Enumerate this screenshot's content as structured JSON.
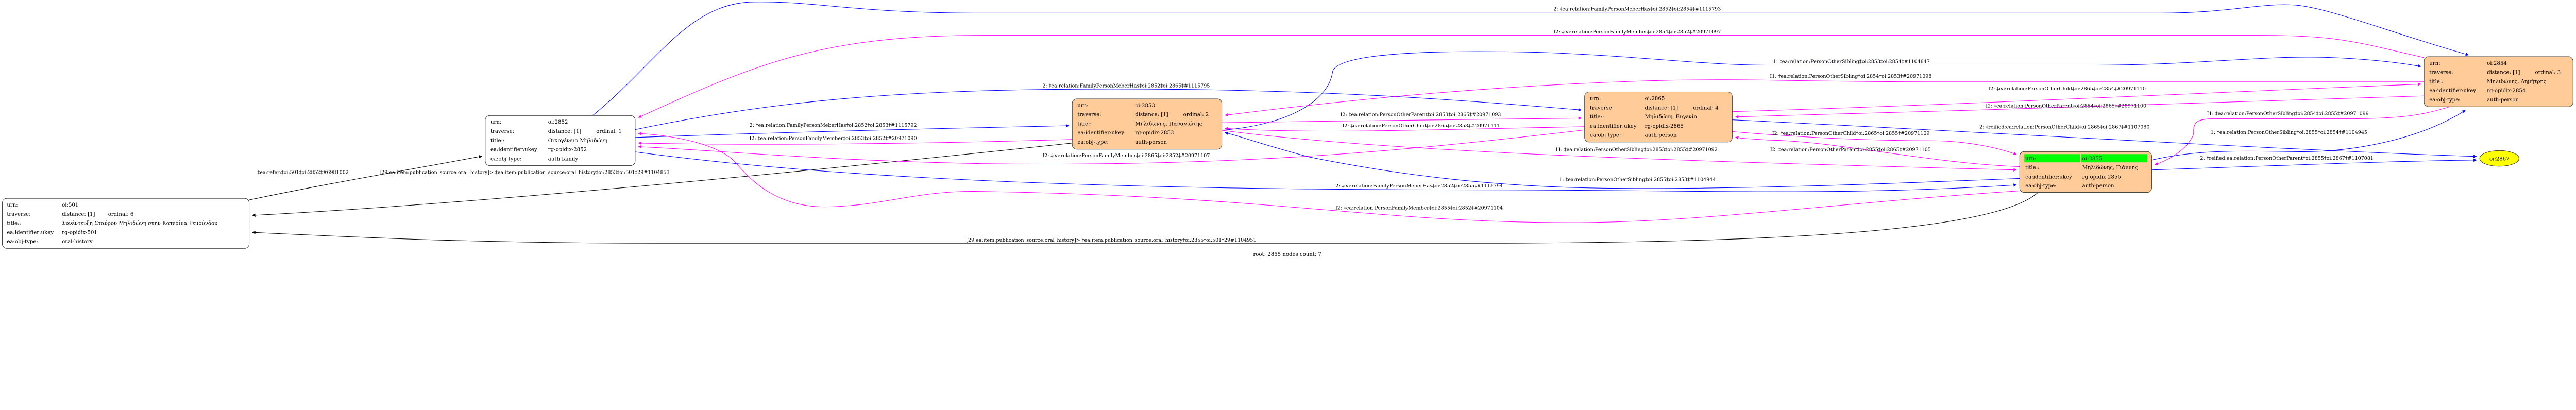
{
  "colors": {
    "forward_edge": "#0000ff",
    "inverse_edge": "#ff00ff",
    "item_edge": "#000000",
    "person_fill": "#ffcc99",
    "root_highlight": "#00ff00",
    "leaf_fill": "#ffff00"
  },
  "row_labels": {
    "urn": "urn:",
    "traverse": "traverse:",
    "title": "title::",
    "ukey": "ea:identifier:ukey",
    "objtype": "ea:obj-type:"
  },
  "nodes": [
    {
      "urn": "oi:501",
      "distance": "distance: [1]",
      "ordinal": "ordinal: 6",
      "title": "Συνέντευξη Σταύρου Μηλιδώνη στην Κατερίνα Ρεμούνδου",
      "ukey": "rg-opidix-501",
      "objtype": "oral-history"
    },
    {
      "urn": "oi:2852",
      "distance": "distance: [1]",
      "ordinal": "ordinal: 1",
      "title": "Οικογένεια Μηλιδώνη",
      "ukey": "rg-opidix-2852",
      "objtype": "auth-family"
    },
    {
      "urn": "oi:2853",
      "distance": "distance: [1]",
      "ordinal": "ordinal: 2",
      "title": "Μηλιδώνης, Παναγιώτης",
      "ukey": "rg-opidix-2853",
      "objtype": "auth-person"
    },
    {
      "urn": "oi:2865",
      "distance": "distance: [1]",
      "ordinal": "ordinal: 4",
      "title": "Μηλιδώνη, Ευγενία",
      "ukey": "rg-opidix-2865",
      "objtype": "auth-person"
    },
    {
      "urn": "oi:2855",
      "title": "Μηλιδώνης, Γιάννης",
      "ukey": "rg-opidix-2855",
      "objtype": "auth-person"
    },
    {
      "urn": "oi:2854",
      "distance": "distance: [1]",
      "ordinal": "ordinal: 3",
      "title": "Μηλιδώνης, Δημήτρης",
      "ukey": "rg-opidix-2854",
      "objtype": "auth-person"
    },
    {
      "urn": "oi:2867"
    }
  ],
  "edges": [
    "‡ea:refer:‡oi:501‡oi:2852‡#6981002",
    "[29 ea:item:publication_source:oral_history]> ‡ea:item:publication_source:oral_history‡oi:2853‡oi:501‡29#1104853",
    "[29 ea:item:publication_source:oral_history]> ‡ea:item:publication_source:oral_history‡oi:2855‡oi:501‡29#1104951",
    "2: ‡ea:relation:FamilyPersonMeberHas‡oi:2852‡oi:2854‡#1115793",
    "I2: ‡ea:relation:PersonFamilyMember‡oi:2854‡oi:2852‡#20971097",
    "2: ‡ea:relation:FamilyPersonMeberHas‡oi:2852‡oi:2865‡#1115795",
    "2: ‡ea:relation:FamilyPersonMeberHas‡oi:2852‡oi:2853‡#1115792",
    "I2: ‡ea:relation:PersonFamilyMember‡oi:2853‡oi:2852‡#20971090",
    "I2: ‡ea:relation:PersonFamilyMember‡oi:2865‡oi:2852‡#20971107",
    "2: ‡ea:relation:FamilyPersonMeberHas‡oi:2852‡oi:2855‡#1115794",
    "I2: ‡ea:relation:PersonFamilyMember‡oi:2855‡oi:2852‡#20971104",
    "1: ‡ea:relation:PersonOtherSibling‡oi:2853‡oi:2854‡#1104847",
    "I1: ‡ea:relation:PersonOtherSibling‡oi:2854‡oi:2853‡#20971098",
    "I2: ‡ea:relation:PersonOtherParent‡oi:2853‡oi:2865‡#20971093",
    "I2: ‡ea:relation:PersonOtherChild‡oi:2865‡oi:2853‡#20971111",
    "1: ‡ea:relation:PersonOtherSibling‡oi:2855‡oi:2853‡#1104944",
    "I1: ‡ea:relation:PersonOtherSibling‡oi:2853‡oi:2855‡#20971092",
    "I2: ‡ea:relation:PersonOtherChild‡oi:2865‡oi:2854‡#20971110",
    "I2: ‡ea:relation:PersonOtherParent‡oi:2854‡oi:2865‡#20971100",
    "I2: ‡ea:relation:PersonOtherChild‡oi:2865‡oi:2855‡#20971109",
    "I2: ‡ea:relation:PersonOtherParent‡oi:2855‡oi:2865‡#20971105",
    "2: ‡reified:ea:relation:PersonOtherChild‡oi:2865‡oi:2867‡#1107080",
    "I1: ‡ea:relation:PersonOtherSibling‡oi:2854‡oi:2855‡#20971099",
    "1: ‡ea:relation:PersonOtherSibling‡oi:2855‡oi:2854‡#1104945",
    "2: ‡reified:ea:relation:PersonOtherParent‡oi:2855‡oi:2867‡#1107081"
  ],
  "footer": "root: 2855 nodes count: 7"
}
